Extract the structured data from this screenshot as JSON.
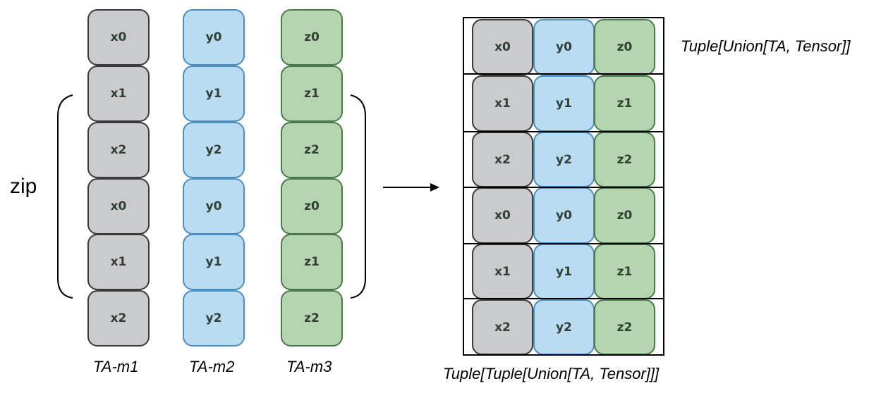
{
  "zip_label": "zip",
  "columns": [
    {
      "label": "TA-m1",
      "color": "#c9cbcd",
      "items": [
        "x0",
        "x1",
        "x2",
        "x0",
        "x1",
        "x2"
      ]
    },
    {
      "label": "TA-m2",
      "color": "#b9dcf3",
      "items": [
        "y0",
        "y1",
        "y2",
        "y0",
        "y1",
        "y2"
      ]
    },
    {
      "label": "TA-m3",
      "color": "#b5d5b0",
      "items": [
        "z0",
        "z1",
        "z2",
        "z0",
        "z1",
        "z2"
      ]
    }
  ],
  "result": {
    "rows": [
      [
        "x0",
        "y0",
        "z0"
      ],
      [
        "x1",
        "y1",
        "z1"
      ],
      [
        "x2",
        "y2",
        "z2"
      ],
      [
        "x0",
        "y0",
        "z0"
      ],
      [
        "x1",
        "y1",
        "z1"
      ],
      [
        "x2",
        "y2",
        "z2"
      ]
    ],
    "row_type_label": "Tuple[Union[TA, Tensor]]",
    "outer_type_label": "Tuple[Tuple[Union[TA, Tensor]]]"
  }
}
